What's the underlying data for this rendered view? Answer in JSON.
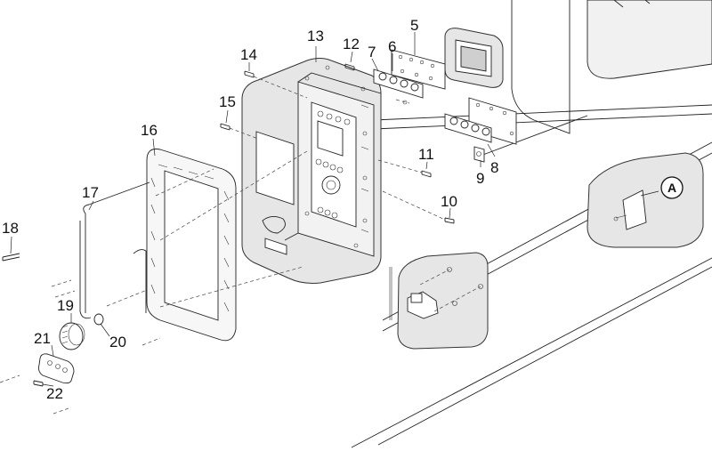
{
  "diagram": {
    "callouts": [
      {
        "id": "c5",
        "label": "5"
      },
      {
        "id": "c6",
        "label": "6"
      },
      {
        "id": "c7",
        "label": "7"
      },
      {
        "id": "c8",
        "label": "8"
      },
      {
        "id": "c9",
        "label": "9"
      },
      {
        "id": "c10",
        "label": "10"
      },
      {
        "id": "c11",
        "label": "11"
      },
      {
        "id": "c12",
        "label": "12"
      },
      {
        "id": "c13",
        "label": "13"
      },
      {
        "id": "c14",
        "label": "14"
      },
      {
        "id": "c15",
        "label": "15"
      },
      {
        "id": "c16",
        "label": "16"
      },
      {
        "id": "c17",
        "label": "17"
      },
      {
        "id": "c18",
        "label": "18"
      },
      {
        "id": "c19",
        "label": "19"
      },
      {
        "id": "c20",
        "label": "20"
      },
      {
        "id": "c21",
        "label": "21"
      },
      {
        "id": "c22",
        "label": "22"
      }
    ],
    "detail_marker": "A"
  }
}
